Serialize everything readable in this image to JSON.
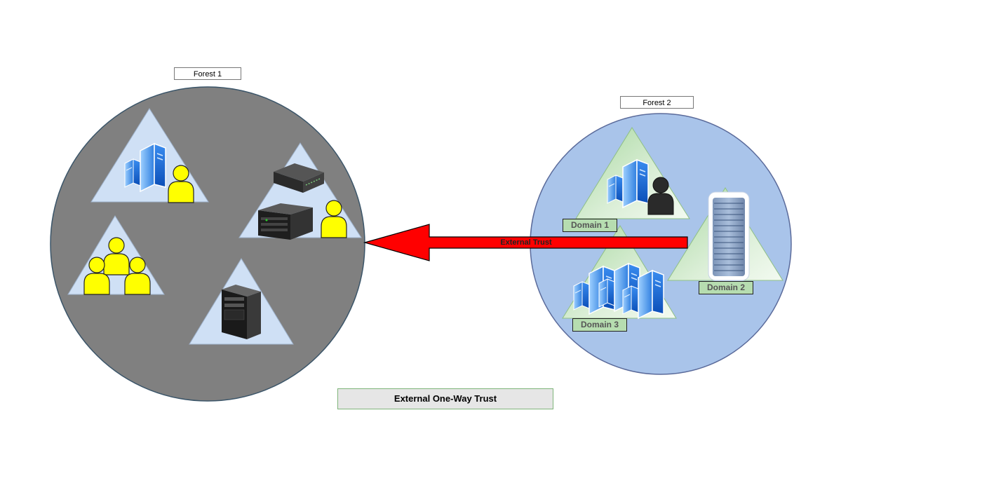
{
  "forest1": {
    "label": "Forest 1",
    "fill": "#808080"
  },
  "forest2": {
    "label": "Forest 2",
    "fill": "#a9c4ea",
    "domains": [
      {
        "label": "Domain 1"
      },
      {
        "label": "Domain 2"
      },
      {
        "label": "Domain 3"
      }
    ]
  },
  "trust": {
    "label": "External Trust",
    "color": "#ff0000",
    "direction": "Forest 2 to Forest 1"
  },
  "caption": {
    "text": "External One-Way Trust"
  },
  "icons": [
    "server-icon",
    "user-icon",
    "router-icon",
    "rack-server-icon",
    "tower-server-icon",
    "server-rack-icon"
  ]
}
